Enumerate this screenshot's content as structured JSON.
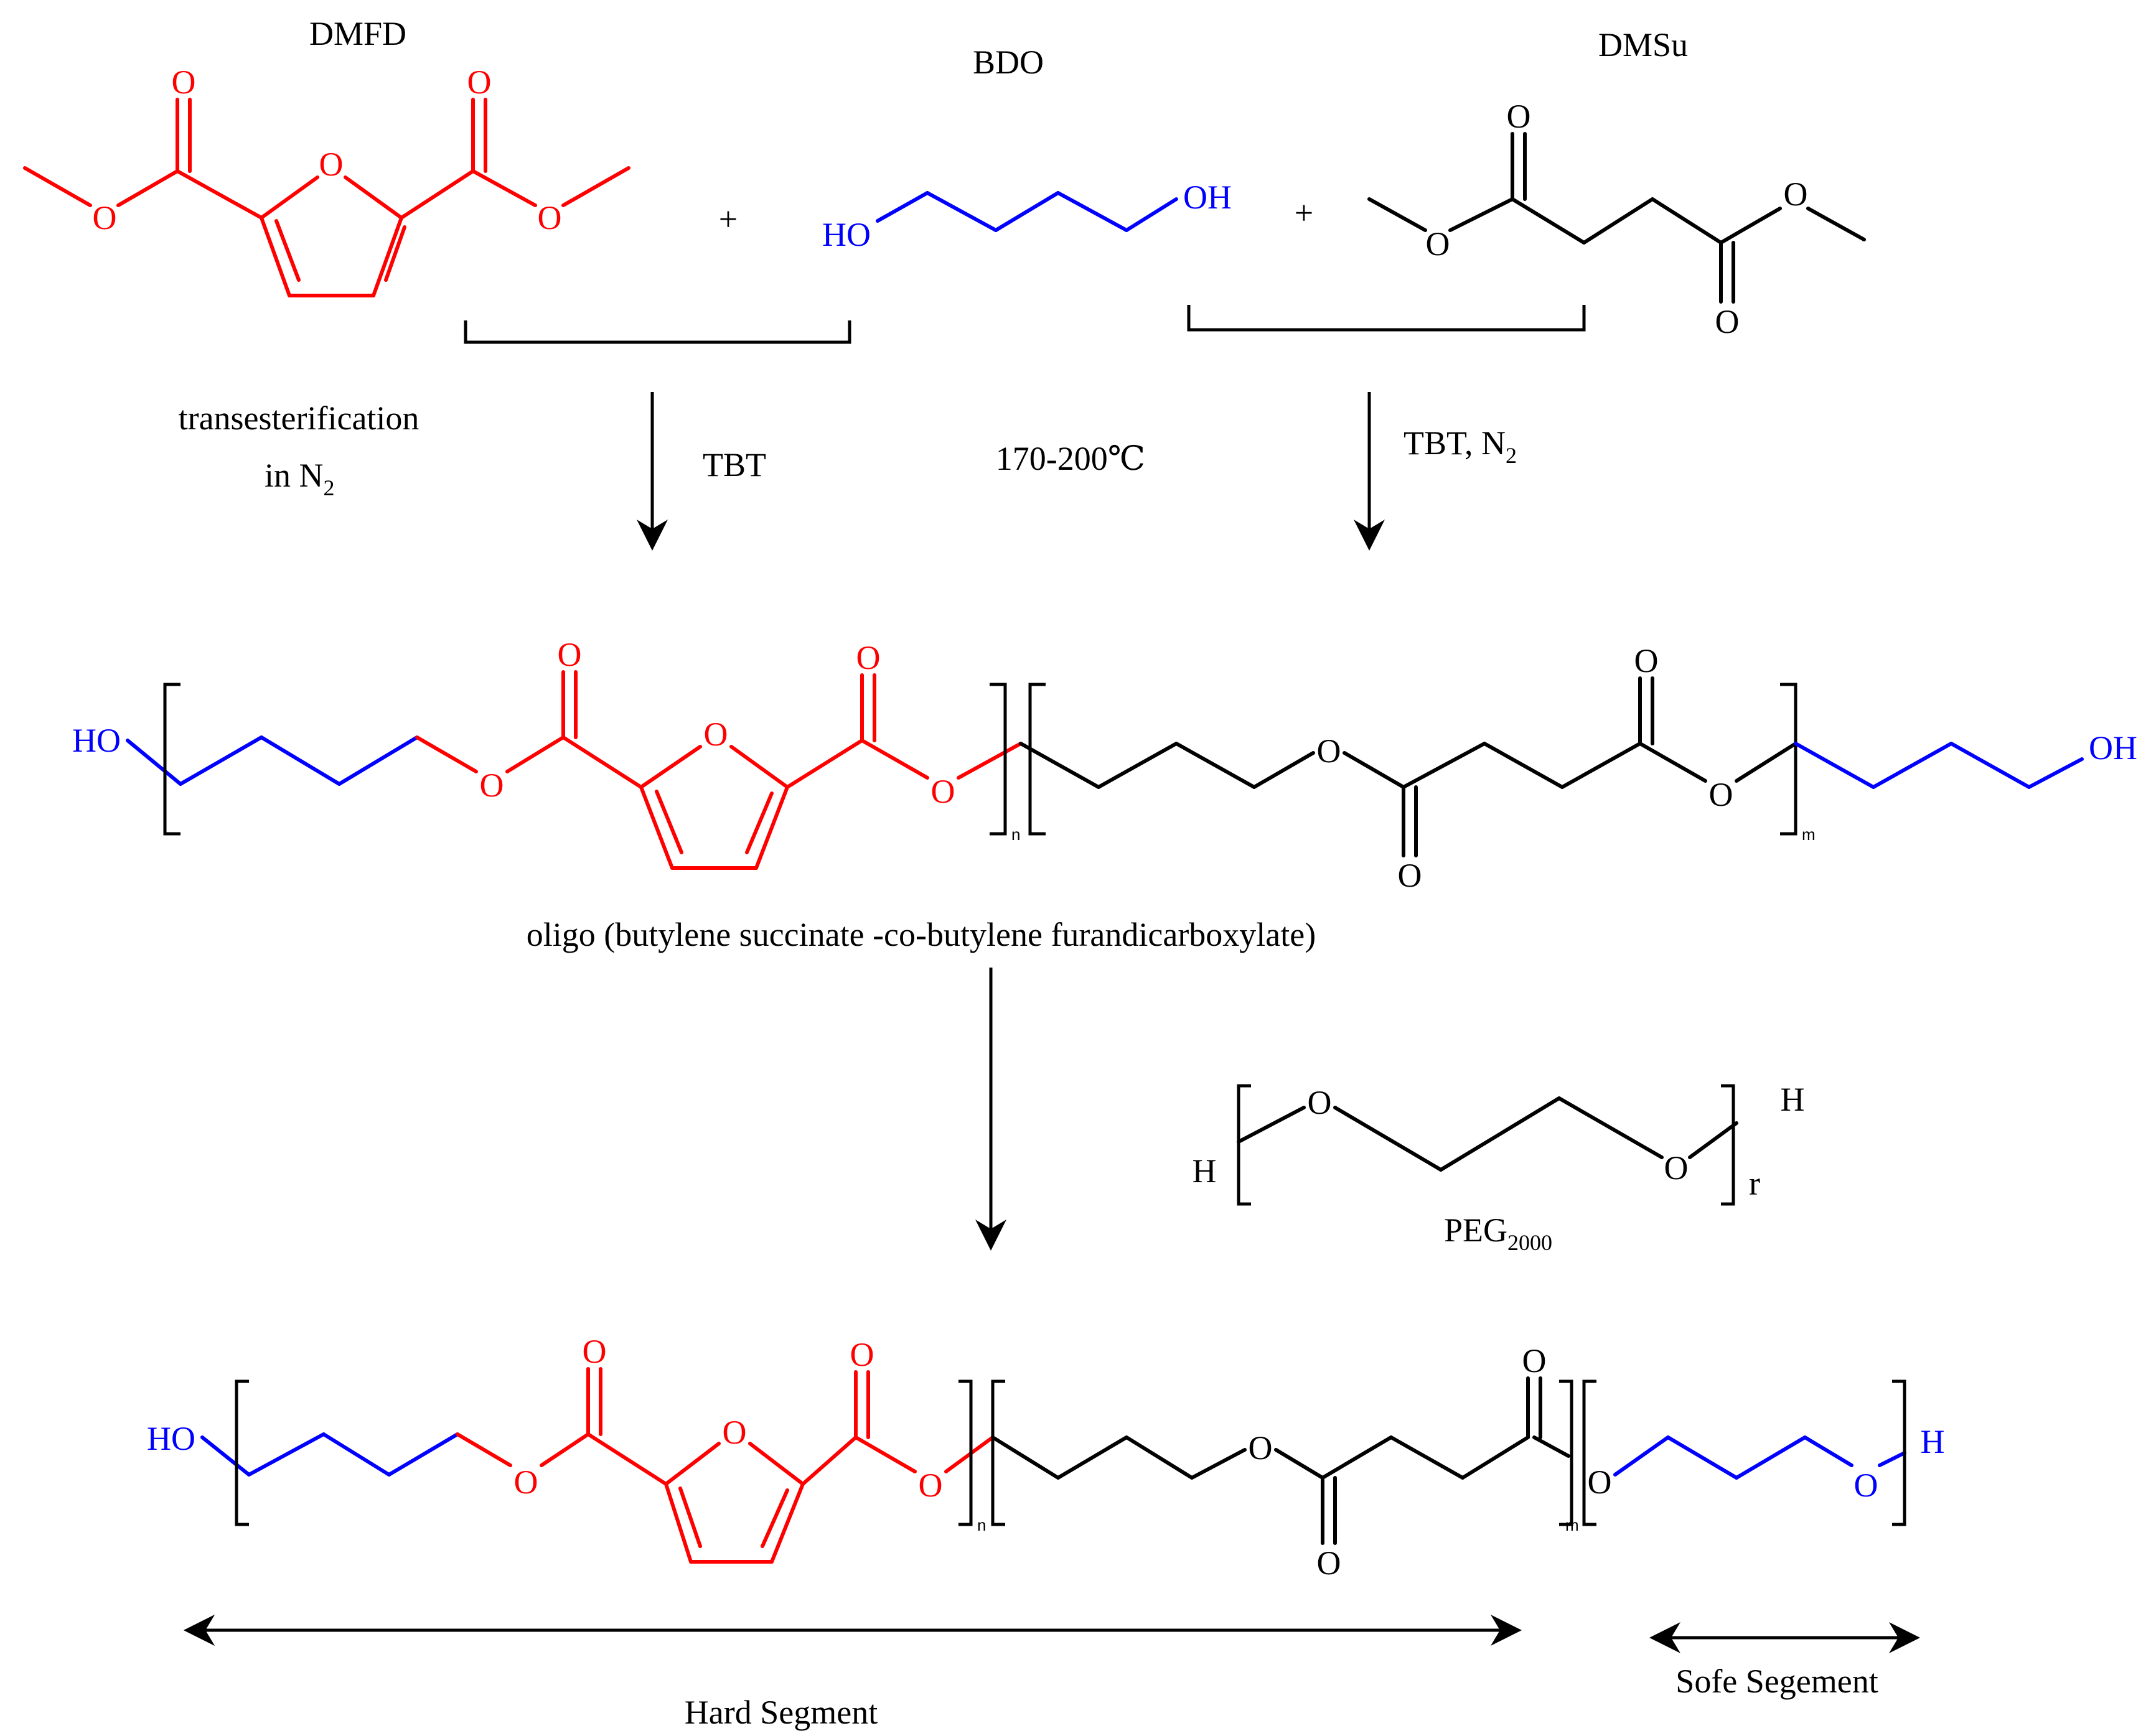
{
  "colors": {
    "furan_unit": "#ff0000",
    "diol_unit": "#0000ff",
    "default": "#000000"
  },
  "reactants": {
    "dmfd": "DMFD",
    "bdo": "BDO",
    "dmsu": "DMSu",
    "plus": "+"
  },
  "conditions": {
    "left_line1": "transesterification",
    "left_line2_prefix": "in N",
    "left_line2_sub": "2",
    "tbt": "TBT",
    "temperature": "170-200℃",
    "right_prefix": "TBT, N",
    "right_sub": "2"
  },
  "atoms": {
    "o": "O",
    "ho": "HO",
    "oh": "OH",
    "h": "H",
    "n": "n",
    "m": "m",
    "r": "r"
  },
  "intermediate": {
    "name": "oligo (butylene succinate -co-butylene furandicarboxylate)"
  },
  "peg": {
    "prefix": "PEG",
    "sub": "2000"
  },
  "segments": {
    "hard": "Hard Segment",
    "soft": "Sofe Segement"
  }
}
